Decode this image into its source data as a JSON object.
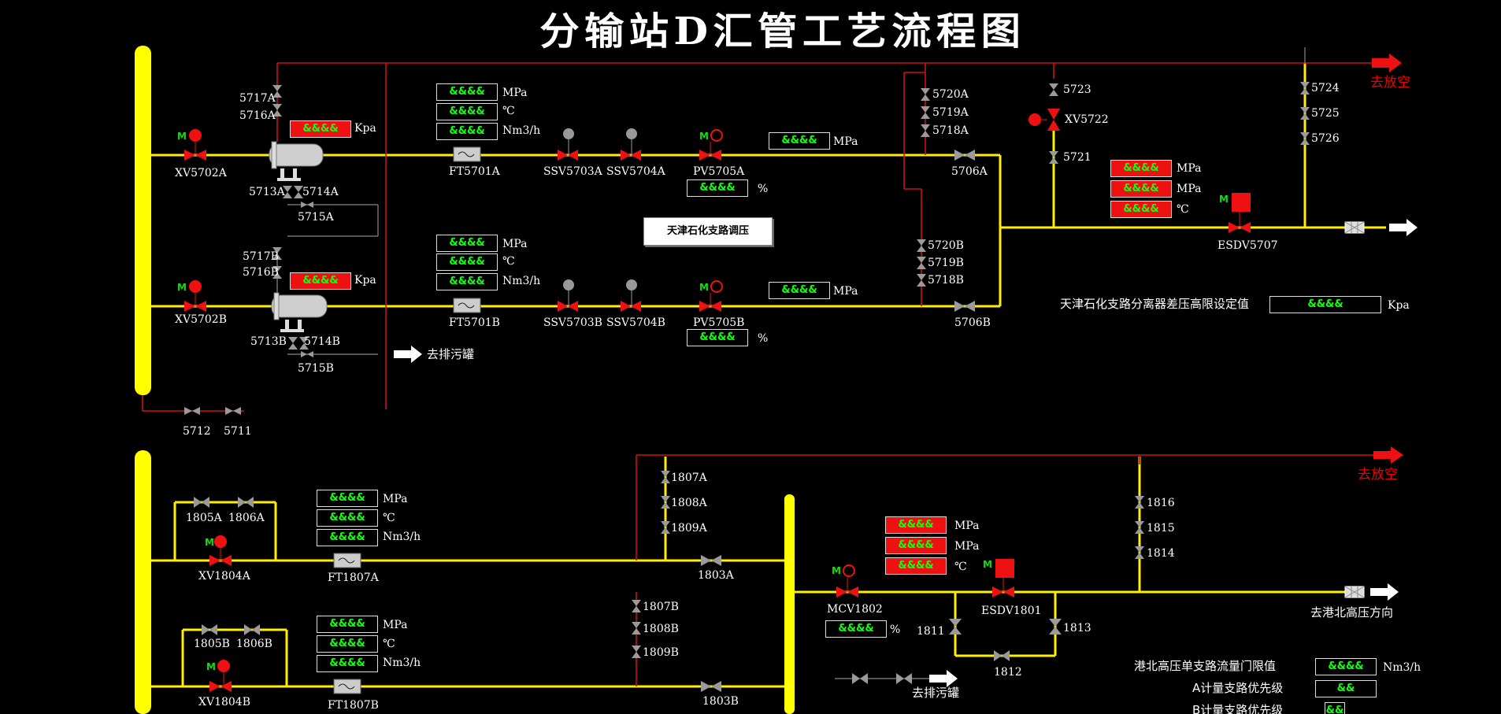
{
  "title": "分输站D汇管工艺流程图",
  "branch_button": "天津石化支路调压",
  "labels": {
    "xv5702a": "XV5702A",
    "xv5702b": "XV5702B",
    "v5717a": "5717A",
    "v5716a": "5716A",
    "v5713a": "5713A",
    "v5714a": "5714A",
    "v5715a": "5715A",
    "v5717b": "5717B",
    "v5716b": "5716B",
    "v5713b": "5713B",
    "v5714b": "5714B",
    "v5715b": "5715B",
    "ft5701a": "FT5701A",
    "ft5701b": "FT5701B",
    "ssv5703a": "SSV5703A",
    "ssv5704a": "SSV5704A",
    "ssv5703b": "SSV5703B",
    "ssv5704b": "SSV5704B",
    "pv5705a": "PV5705A",
    "pv5705b": "PV5705B",
    "v5706a": "5706A",
    "v5706b": "5706B",
    "v5720a": "5720A",
    "v5719a": "5719A",
    "v5718a": "5718A",
    "v5720b": "5720B",
    "v5719b": "5719B",
    "v5718b": "5718B",
    "v5723": "5723",
    "xv5722": "XV5722",
    "v5721": "5721",
    "v5724": "5724",
    "v5725": "5725",
    "v5726": "5726",
    "esdv5707": "ESDV5707",
    "v5712": "5712",
    "v5711": "5711",
    "v1805a": "1805A",
    "v1806a": "1806A",
    "xv1804a": "XV1804A",
    "ft1807a": "FT1807A",
    "v1805b": "1805B",
    "v1806b": "1806B",
    "xv1804b": "XV1804B",
    "ft1807b": "FT1807B",
    "v1807a": "1807A",
    "v1808a": "1808A",
    "v1809a": "1809A",
    "v1803a": "1803A",
    "v1807b": "1807B",
    "v1808b": "1808B",
    "v1809b": "1809B",
    "v1803b": "1803B",
    "mcv1802": "MCV1802",
    "esdv1801": "ESDV1801",
    "v1811": "1811",
    "v1813": "1813",
    "v1812": "1812",
    "v1816": "1816",
    "v1815": "1815",
    "v1814": "1814",
    "vent1": "去放空",
    "vent2": "去放空",
    "drain1": "去排污罐",
    "drain2": "去排污罐",
    "gangbei": "去港北高压方向",
    "m": "M"
  },
  "readout_placeholder": "&&&&",
  "readout_short": "&&",
  "units": {
    "mpa": "MPa",
    "c": "℃",
    "nm3": "Nm3/h",
    "kpa": "Kpa",
    "pct": "%"
  },
  "settings": {
    "diff_high": "天津石化支路分离器差压高限设定值",
    "flow_limit": "港北高压单支路流量门限值",
    "a_priority": "A计量支路优先级",
    "b_priority": "B计量支路优先级"
  },
  "colors": {
    "pipe": "#ffee00",
    "pipe_red": "#cc1111",
    "header": "#ffff00",
    "valve_red": "#ee1111",
    "valve_gray": "#9a9a9a"
  }
}
